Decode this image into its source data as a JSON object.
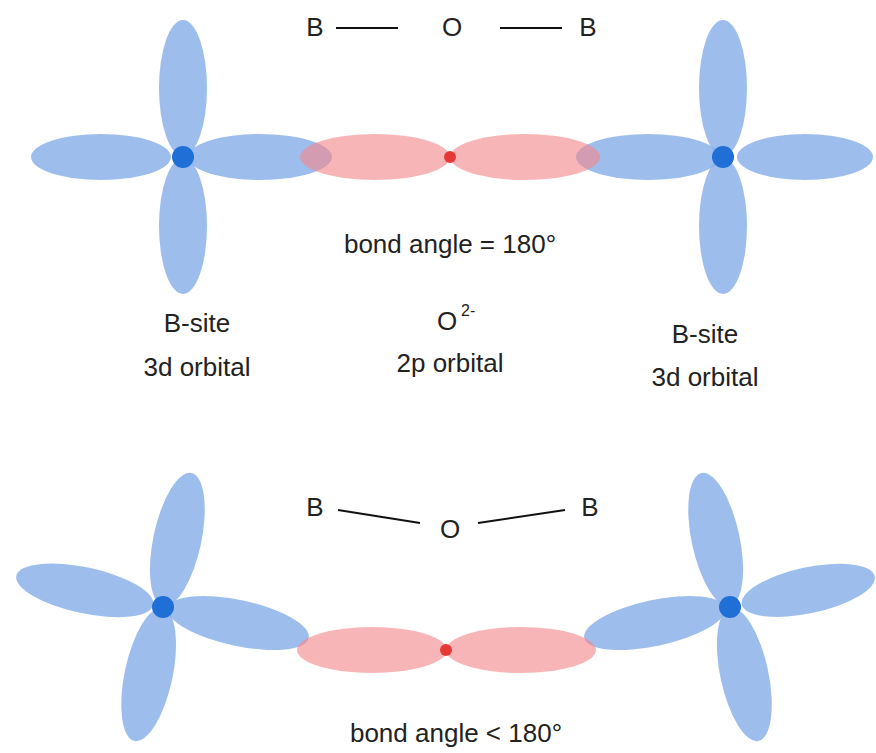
{
  "diagram": {
    "labels": [
      "B",
      "O",
      "B",
      "bond angle = 180°",
      "B-site",
      "3d orbital",
      "O",
      "2-",
      "2p orbital",
      "B-site",
      "3d orbital",
      "B",
      "O",
      "B",
      "bond angle < 180°"
    ]
  }
}
